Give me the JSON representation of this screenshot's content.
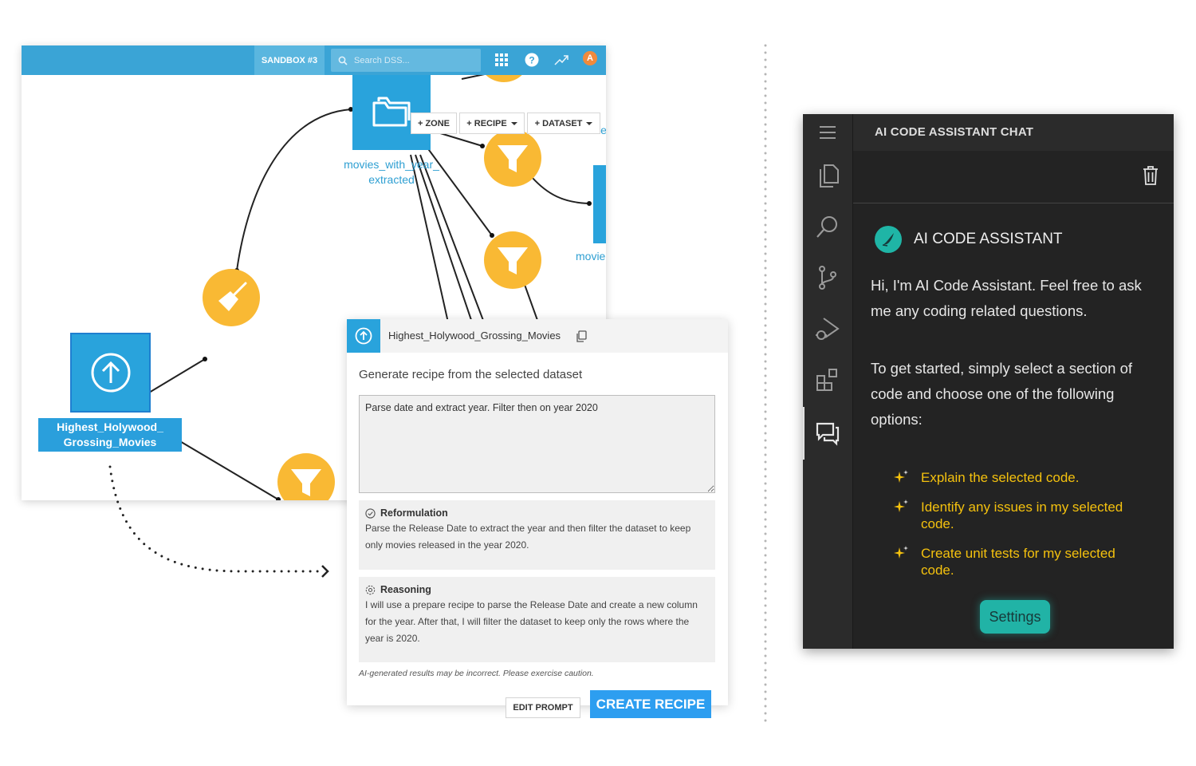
{
  "flow": {
    "project_name": "SANDBOX #3",
    "search_placeholder": "Search DSS...",
    "user_initial": "A",
    "buttons": {
      "zone": "+ ZONE",
      "recipe": "+ RECIPE",
      "dataset": "+ DATASET"
    },
    "datasets": {
      "extracted_line1": "movies_with_year_",
      "extracted_line2": "extracted",
      "source_line1": "Highest_Holywood_",
      "source_line2": "Grossing_Movies",
      "partial_right": "movie",
      "partial_top_right": "ie"
    },
    "colors": {
      "dataset": "#29a3dc",
      "recipe": "#f9b934",
      "topbar": "#3aa4d6"
    }
  },
  "recipe_panel": {
    "dataset_name": "Highest_Holywood_Grossing_Movies",
    "subtitle": "Generate recipe from the selected dataset",
    "prompt_value": "Parse date and extract year. Filter then on year 2020",
    "reformulation_title": "Reformulation",
    "reformulation_text": "Parse the Release Date to extract the year and then filter the dataset to keep only movies released in the year 2020.",
    "reasoning_title": "Reasoning",
    "reasoning_text": "I will use a prepare recipe to parse the Release Date and create a new column for the year. After that, I will filter the dataset to keep only the rows where the year is 2020.",
    "disclaimer": "AI-generated results may be incorrect. Please exercise caution.",
    "edit_prompt_label": "EDIT PROMPT",
    "create_recipe_label": "CREATE RECIPE"
  },
  "chat": {
    "title": "AI CODE ASSISTANT CHAT",
    "assistant_name": "AI CODE ASSISTANT",
    "greeting": "Hi, I'm AI Code Assistant. Feel free to ask me any coding related questions.",
    "instructions": "To get started, simply select a section of code and choose one of the following options:",
    "options": [
      "Explain the selected code.",
      "Identify any issues in my selected code.",
      "Create unit tests for my selected code."
    ],
    "settings_label": "Settings",
    "colors": {
      "accent": "#21b3a6",
      "option_text": "#f4c10e",
      "background": "#232323"
    }
  }
}
